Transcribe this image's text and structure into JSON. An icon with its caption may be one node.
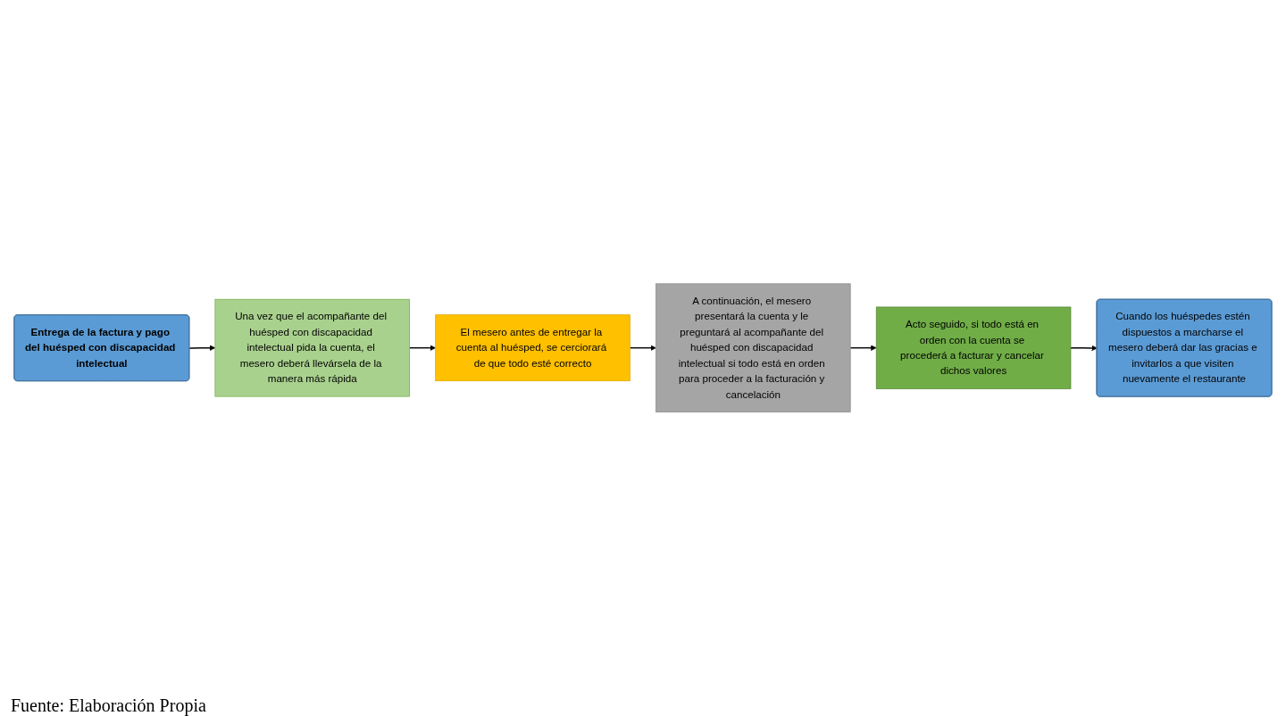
{
  "diagram": {
    "caption": "Fuente: Elaboración Propia",
    "nodes": [
      {
        "text": [
          "Entrega de la factura y pago del huésped con discapacidad intelectual"
        ]
      },
      {
        "text": [
          "Una vez que el acompañante del huésped con discapacidad intelectual pida la cuenta, el mesero deberá llevársela de la manera más rápida"
        ]
      },
      {
        "text": [
          "El mesero antes de entregar la cuenta al huésped, se cerciorará de que todo esté correcto"
        ]
      },
      {
        "text": [
          "A continuación, el mesero presentará la cuenta y le preguntará al acompañante del huésped con discapacidad intelectual si todo está en orden para proceder a la facturación y cancelación"
        ]
      },
      {
        "text": [
          "Acto seguido, si todo está en orden con la cuenta se procederá a facturar y cancelar dichos valores"
        ]
      },
      {
        "text": [
          "Cuando los huéspedes estén dispuestos a marcharse el mesero deberá dar las gracias e invitarlos a que visiten nuevamente el restaurante"
        ]
      }
    ],
    "edges": [
      {
        "from": 0,
        "to": 1,
        "arrow": "to"
      },
      {
        "from": 1,
        "to": 2,
        "arrow": "to"
      },
      {
        "from": 2,
        "to": 3,
        "arrow": "to"
      },
      {
        "from": 3,
        "to": 4,
        "arrow": "to"
      },
      {
        "from": 4,
        "to": 5,
        "arrow": "to"
      }
    ]
  }
}
